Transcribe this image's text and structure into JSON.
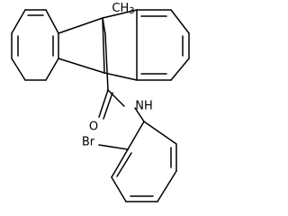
{
  "labels": {
    "methyl": "CH",
    "methyl_subscript": "3",
    "oxygen": "O",
    "amide_nitrogen": "NH",
    "bromine": "Br"
  },
  "colors": {
    "bond": "#000000",
    "label": "#000000",
    "background": "#ffffff"
  }
}
